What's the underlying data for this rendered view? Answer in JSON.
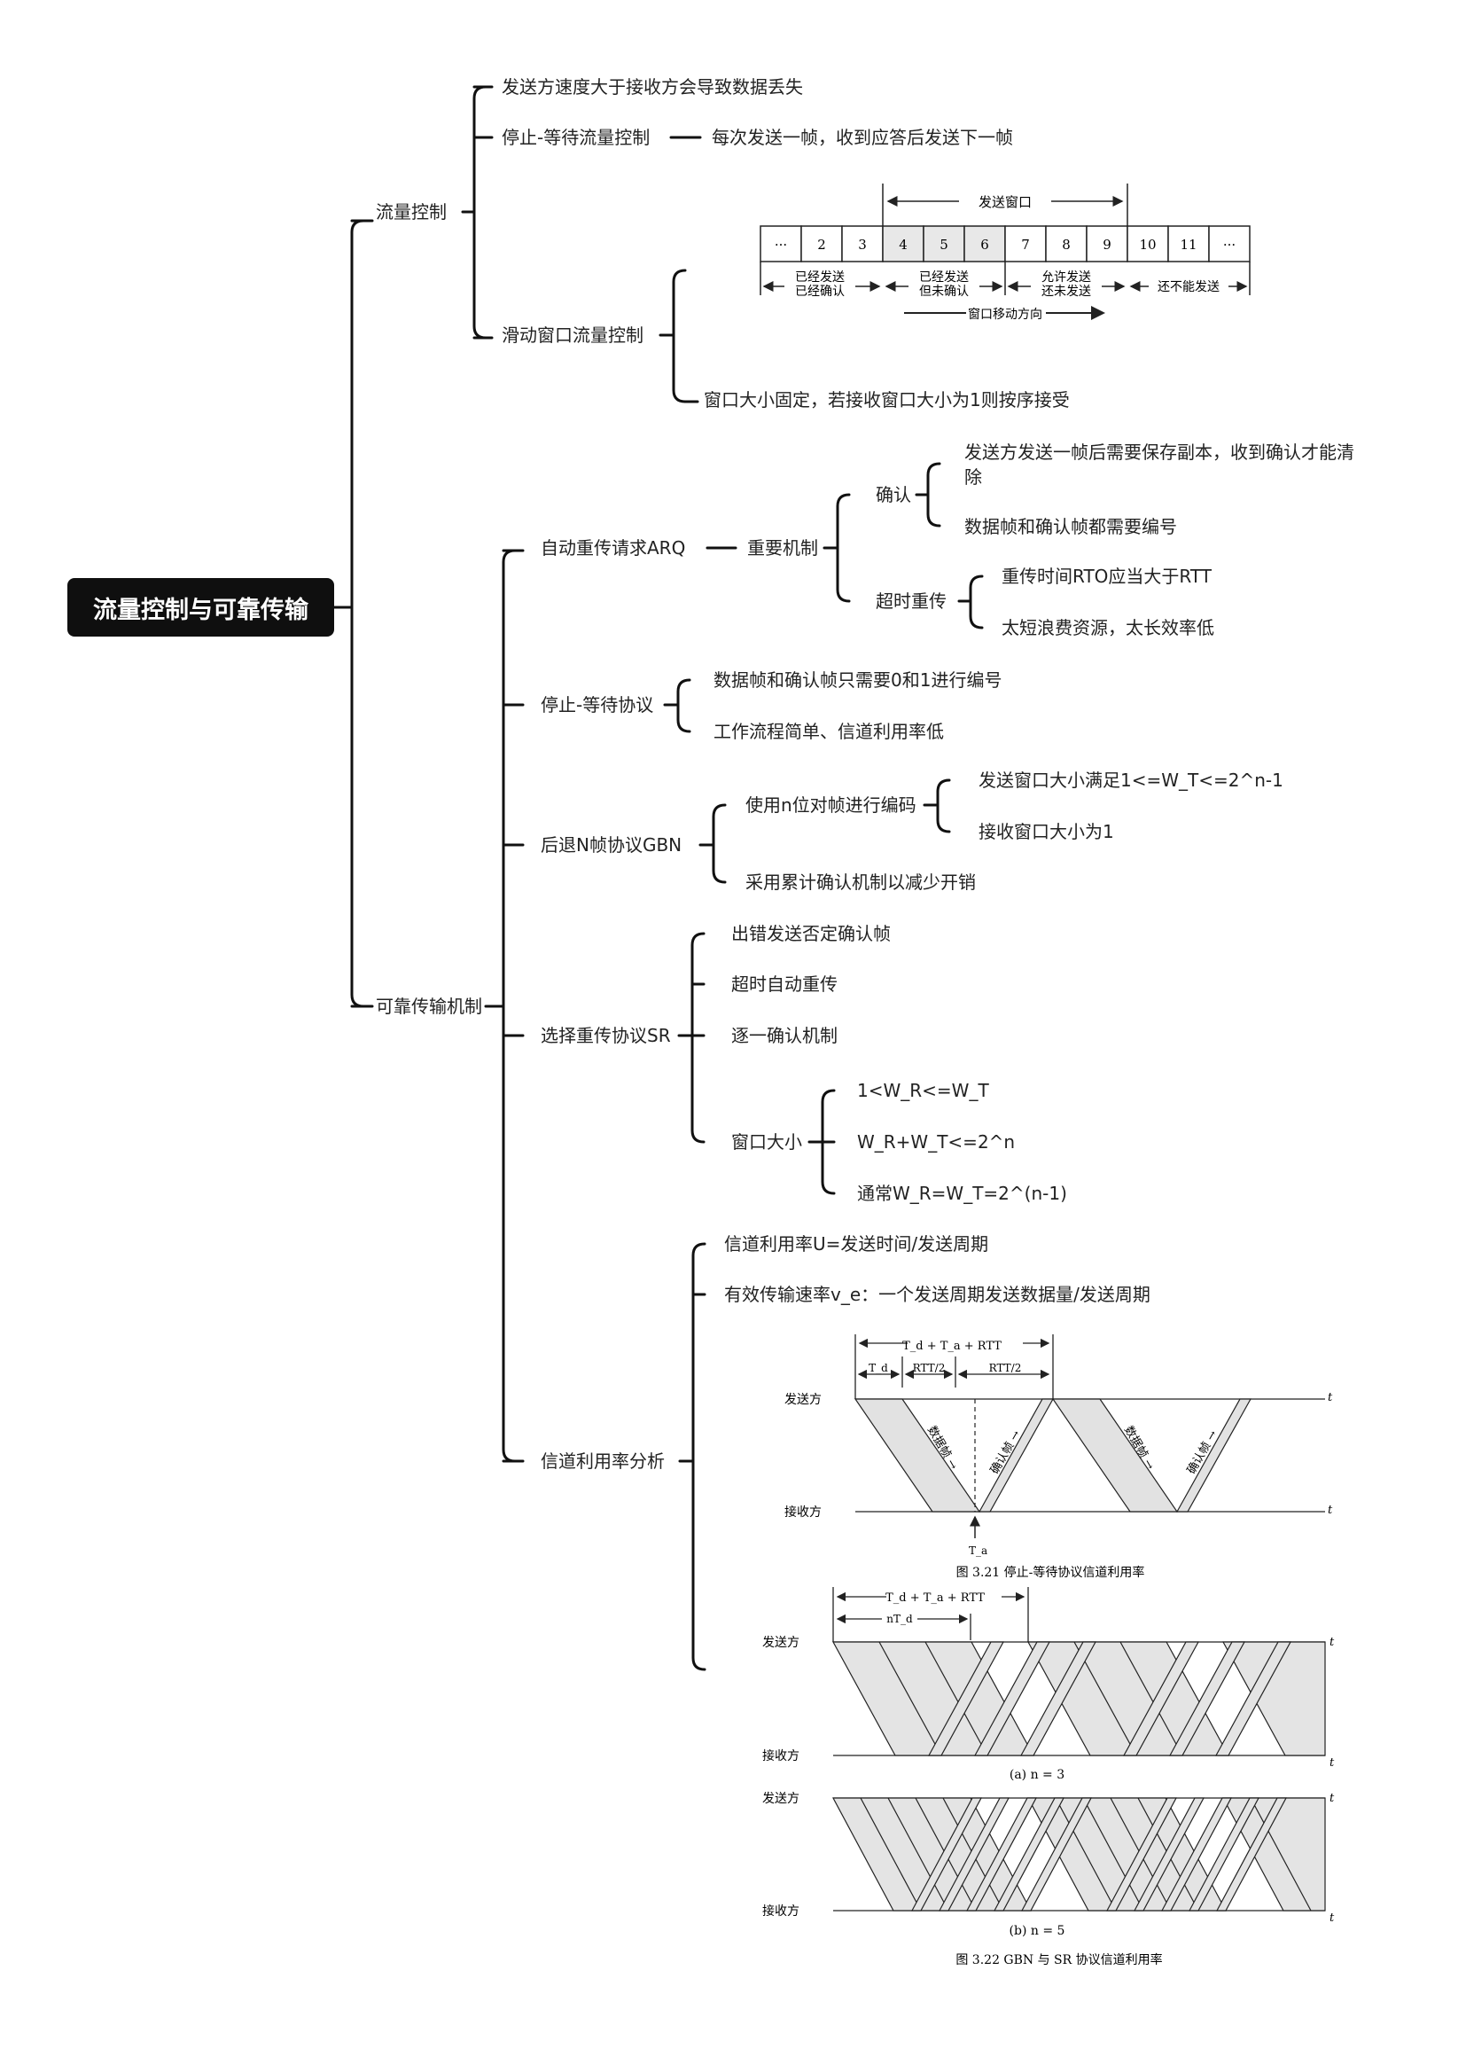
{
  "root": "流量控制与可靠传输",
  "flow": {
    "label": "流量控制",
    "items": [
      "发送方速度大于接收方会导致数据丢失",
      "停止-等待流量控制",
      "每次发送一帧，收到应答后发送下一帧",
      "滑动窗口流量控制",
      "窗口大小固定，若接收窗口大小为1则按序接受"
    ]
  },
  "window_fig": {
    "top_label": "发送窗口",
    "cells": [
      "···",
      "2",
      "3",
      "4",
      "5",
      "6",
      "7",
      "8",
      "9",
      "10",
      "11",
      "···"
    ],
    "groups": [
      [
        "已经发送",
        "已经确认"
      ],
      [
        "已经发送",
        "但未确认"
      ],
      [
        "允许发送",
        "还未发送"
      ],
      [
        "还不能发送"
      ]
    ],
    "arrow_label": "窗口移动方向"
  },
  "reliable": {
    "label": "可靠传输机制",
    "arq": {
      "label": "自动重传请求ARQ",
      "mech": "重要机制",
      "ack": "确认",
      "ack_items": [
        "发送方发送一帧后需要保存副本，收到确认才能清除",
        "数据帧和确认帧都需要编号"
      ],
      "timeout": "超时重传",
      "timeout_items": [
        "重传时间RTO应当大于RTT",
        "太短浪费资源，太长效率低"
      ]
    },
    "sw": {
      "label": "停止-等待协议",
      "items": [
        "数据帧和确认帧只需要0和1进行编号",
        "工作流程简单、信道利用率低"
      ]
    },
    "gbn": {
      "label": "后退N帧协议GBN",
      "enc": "使用n位对帧进行编码",
      "enc_items": [
        "发送窗口大小满足1<=W_T<=2^n-1",
        "接收窗口大小为1"
      ],
      "cum": "采用累计确认机制以减少开销"
    },
    "sr": {
      "label": "选择重传协议SR",
      "items": [
        "出错发送否定确认帧",
        "超时自动重传",
        "逐一确认机制"
      ],
      "win": "窗口大小",
      "win_items": [
        "1<W_R<=W_T",
        "W_R+W_T<=2^n",
        "通常W_R=W_T=2^(n-1)"
      ]
    },
    "util": {
      "label": "信道利用率分析",
      "items": [
        "信道利用率U=发送时间/发送周期",
        "有效传输速率v_e：一个发送周期发送数据量/发送周期"
      ]
    }
  },
  "fig321": {
    "sender": "发送方",
    "receiver": "接收方",
    "t": "t",
    "top": "T_d + T_a + RTT",
    "td": "T_d",
    "rtt_half": "RTT/2",
    "data": "数据帧 →",
    "ack": "确认帧 →",
    "ta": "T_a",
    "caption": "图 3.21    停止-等待协议信道利用率"
  },
  "fig322": {
    "sender": "发送方",
    "receiver": "接收方",
    "t": "t",
    "top": "T_d + T_a + RTT",
    "ntd": "nT_d",
    "a": "(a) n = 3",
    "b": "(b) n = 5",
    "caption": "图 3.22    GBN 与 SR 协议信道利用率"
  }
}
